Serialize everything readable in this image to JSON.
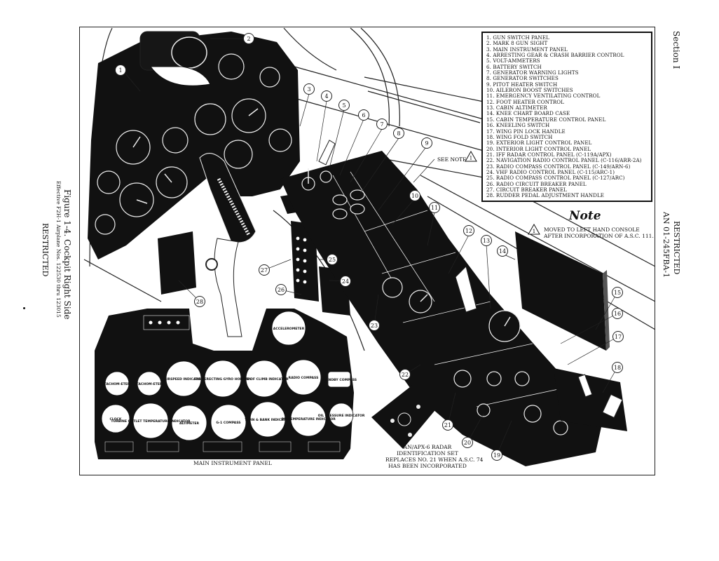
{
  "header": {
    "section": "Section I",
    "restricted_right": "RESTRICTED",
    "doc_number": "AN 01-245FBA-1"
  },
  "caption": {
    "figure": "Figure 1-4. Cockpit Right Side",
    "effectivity": "Effective F2H-1 Airplane Nos. 122530 thru 123015",
    "restricted_left": "RESTRICTED"
  },
  "legend": {
    "items": [
      "1.  GUN SWITCH PANEL",
      "2.  MARK 8 GUN SIGHT",
      "3.  MAIN INSTRUMENT PANEL",
      "4.  ARRESTING GEAR & CRASH BARRIER CONTROL",
      "5.  VOLT-AMMETERS",
      "6.  BATTERY SWITCH",
      "7.  GENERATOR WARNING LIGHTS",
      "8.  GENERATOR SWITCHES",
      "9.  PITOT HEATER SWITCH",
      "10.  AILERON BOOST SWITCHES",
      "11.  EMERGENCY VENTILATING CONTROL",
      "12.  FOOT HEATER CONTROL",
      "13.  CABIN ALTIMETER",
      "14.  KNEE CHART BOARD CASE",
      "15.  CABIN TEMPERATURE CONTROL PANEL",
      "16.  KNEELING SWITCH",
      "17.  WING PIN LOCK HANDLE",
      "18.  WING FOLD SWITCH",
      "19.  EXTERIOR LIGHT CONTROL PANEL",
      "20.  INTERIOR LIGHT CONTROL PANEL",
      "21.  IFF RADAR CONTROL PANEL (C-119A/APX)",
      "22.  NAVIGATION RADIO CONTROL PANEL (C-116/ARR-2A)",
      "23.  RADIO COMPASS CONTROL PANEL (C-149/ARN-6)",
      "24.  VHF RADIO CONTROL PANEL (C-115/ARC-1)",
      "25.  RADIO COMPASS CONTROL PANEL (C-127/ARC)",
      "26.  RADIO CIRCUIT BREAKER PANEL",
      "27.  CIRCUIT BREAKER PANEL",
      "28.  RUDDER PEDAL ADJUSTMENT HANDLE"
    ]
  },
  "note": {
    "title": "Note",
    "symbol": "1",
    "line1": "MOVED TO LEFT HAND CONSOLE",
    "line2": "AFTER INCORPORATION OF A.S.C. 111."
  },
  "see_note": "SEE NOTE",
  "main_panel_label": "MAIN INSTRUMENT PANEL",
  "radar_note": {
    "line1": "AN/APX-6 RADAR",
    "line2": "IDENTIFICATION SET",
    "line3": "REPLACES NO. 21 WHEN A.S.C. 74",
    "line4": "HAS BEEN INCORPORATED"
  },
  "gauges": {
    "accelerometer": "ACCELEROMETER",
    "tachometer1": "TACHOM-ETER",
    "tachometer2": "TACHOM-ETER",
    "airspeed": "AIRSPEED INDICATOR",
    "gyro_horizon": "FAST ERECTING GYRO HORIZON",
    "rate_of_climb": "RATE OF CLIMB INDICATOR",
    "radio_compass": "RADIO COMPASS",
    "standby_compass": "STANDBY COMPASS",
    "clock": "CLOCK",
    "turbine_temp": "TURBINE OUTLET TEMPERATURE INDICATOR",
    "altimeter": "ALTIMETER",
    "g1_compass": "G-1 COMPASS",
    "turn_bank": "TURN & BANK INDICATOR",
    "oil_temp": "OIL TEMPERATURE INDICATOR",
    "oil_pressure": "OIL PRESSURE INDICATOR"
  },
  "callouts": [
    "1",
    "2",
    "3",
    "4",
    "5",
    "6",
    "7",
    "8",
    "9",
    "10",
    "11",
    "12",
    "13",
    "14",
    "15",
    "16",
    "17",
    "18",
    "19",
    "20",
    "21",
    "22",
    "23",
    "24",
    "25",
    "26",
    "27",
    "28"
  ]
}
